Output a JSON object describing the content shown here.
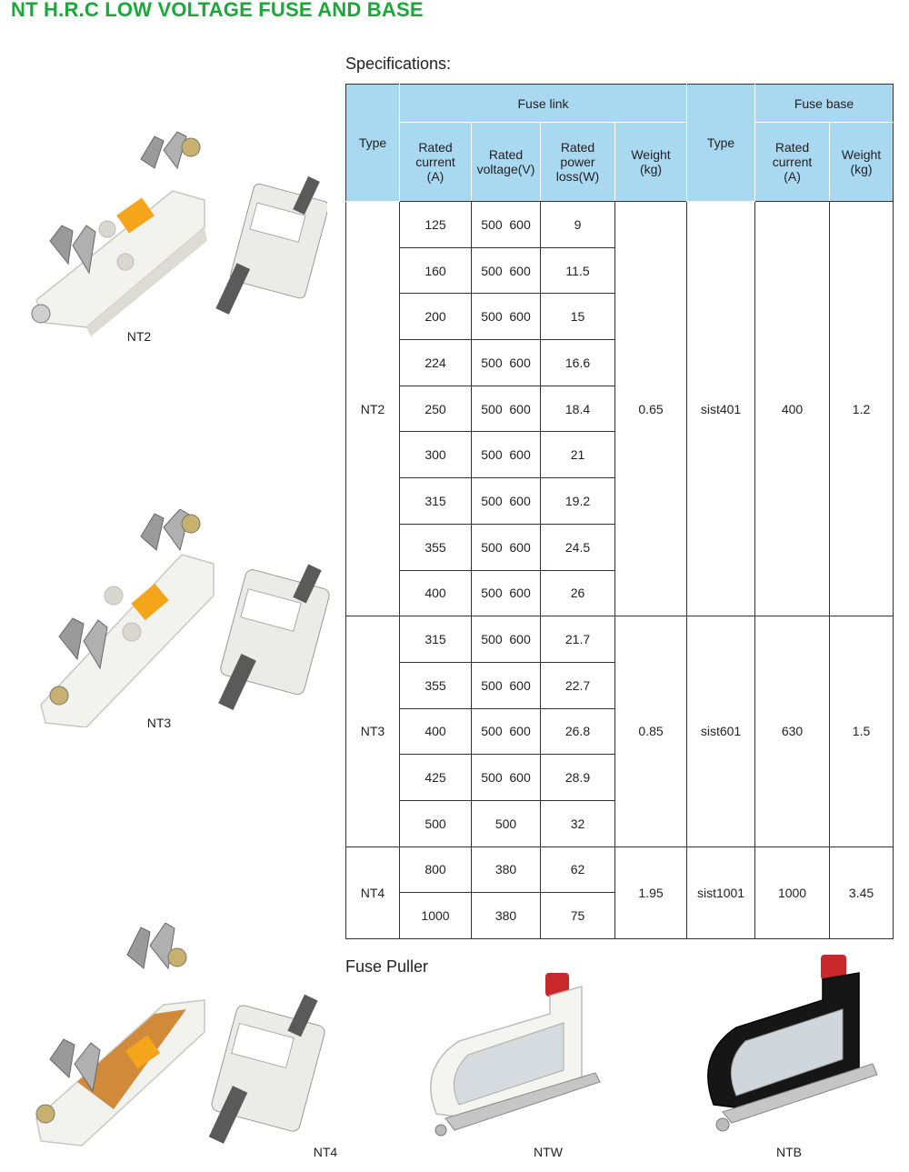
{
  "page": {
    "title": "NT H.R.C LOW VOLTAGE FUSE AND BASE",
    "specifications_label": "Specifications:",
    "fuse_puller_label": "Fuse Puller",
    "accent_color": "#1aa83a",
    "header_color": "#a9d8f1"
  },
  "products": {
    "nt2_caption": "NT2",
    "nt3_caption": "NT3",
    "nt4_caption": "NT4",
    "ntw_caption": "NTW",
    "ntb_caption": "NTB"
  },
  "table": {
    "headers": {
      "type": "Type",
      "fuse_link": "Fuse link",
      "fuse_base": "Fuse base",
      "rated_current": [
        "Rated",
        "current",
        "(A)"
      ],
      "rated_voltage": [
        "Rated",
        "voltage(V)"
      ],
      "rated_power": [
        "Rated",
        "power",
        "loss(W)"
      ],
      "weight": [
        "Weight",
        "(kg)"
      ],
      "base_type": "Type",
      "base_rated_current": [
        "Rated",
        "current",
        "(A)"
      ],
      "base_weight": [
        "Weight",
        "(kg)"
      ]
    },
    "groups": [
      {
        "type": "NT2",
        "weight": "0.65",
        "base_type": "sist401",
        "base_current": "400",
        "base_weight": "1.2",
        "rows": [
          {
            "current": "125",
            "voltage": "500  600",
            "power": "9"
          },
          {
            "current": "160",
            "voltage": "500  600",
            "power": "11.5"
          },
          {
            "current": "200",
            "voltage": "500  600",
            "power": "15"
          },
          {
            "current": "224",
            "voltage": "500  600",
            "power": "16.6"
          },
          {
            "current": "250",
            "voltage": "500  600",
            "power": "18.4"
          },
          {
            "current": "300",
            "voltage": "500  600",
            "power": "21"
          },
          {
            "current": "315",
            "voltage": "500  600",
            "power": "19.2"
          },
          {
            "current": "355",
            "voltage": "500  600",
            "power": "24.5"
          },
          {
            "current": "400",
            "voltage": "500  600",
            "power": "26"
          }
        ]
      },
      {
        "type": "NT3",
        "weight": "0.85",
        "base_type": "sist601",
        "base_current": "630",
        "base_weight": "1.5",
        "rows": [
          {
            "current": "315",
            "voltage": "500  600",
            "power": "21.7"
          },
          {
            "current": "355",
            "voltage": "500  600",
            "power": "22.7"
          },
          {
            "current": "400",
            "voltage": "500  600",
            "power": "26.8"
          },
          {
            "current": "425",
            "voltage": "500  600",
            "power": "28.9"
          },
          {
            "current": "500",
            "voltage": "500",
            "power": "32"
          }
        ]
      },
      {
        "type": "NT4",
        "weight": "1.95",
        "base_type": "sist1001",
        "base_current": "1000",
        "base_weight": "3.45",
        "rows": [
          {
            "current": "800",
            "voltage": "380",
            "power": "62"
          },
          {
            "current": "1000",
            "voltage": "380",
            "power": "75"
          }
        ]
      }
    ]
  }
}
